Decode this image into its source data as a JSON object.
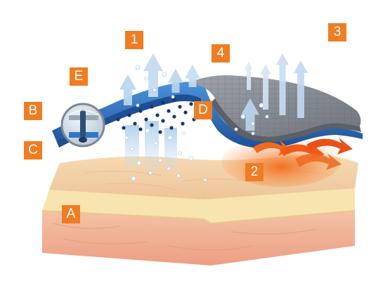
{
  "colors": {
    "marker_bg": "#f07d22",
    "marker_text": "#ffffff",
    "membrane_blue": "#2f77c8",
    "membrane_dark": "#1d4f94",
    "outer_shell": "#8a8f99",
    "skin_top": "#f2cfa4",
    "fat_layer": "#f7e4ae",
    "dermis": "#f1b296",
    "heat_orange": "#f26a1b",
    "vapor_arrow": "#b9d6ee"
  },
  "icons": {
    "vapor": "upward-arrow-icon",
    "heat": "curved-arrow-icon",
    "bubble": "water-droplet-icon",
    "lens": "magnifier-icon"
  },
  "labels": {
    "m1": "1",
    "m2": "2",
    "m3": "3",
    "m4": "4",
    "mA": "A",
    "mB": "B",
    "mC": "C",
    "mD": "D",
    "mE": "E"
  }
}
